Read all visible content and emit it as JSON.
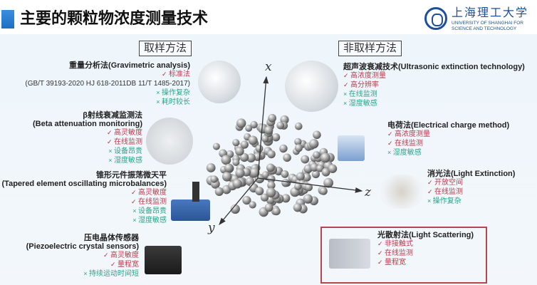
{
  "header": {
    "title": "主要的颗粒物浓度测量技术",
    "logo_text": "上海理工大学",
    "logo_sub": "UNIVERSITY OF SHANGHAI FOR SCIENCE AND TECHNOLOGY"
  },
  "sections": {
    "sampling": "取样方法",
    "non_sampling": "非取样方法"
  },
  "axes": {
    "x": "x",
    "y": "y",
    "z": "z"
  },
  "sampling_methods": [
    {
      "title": "重量分析法(Gravimetric analysis)",
      "pros": [
        "标准法"
      ],
      "note": "(GB/T 39193-2020 HJ 618-2011DB 11/T 1485-2017)",
      "cons": [
        "操作复杂",
        "耗时较长"
      ]
    },
    {
      "title_cn": "β射线衰减监测法",
      "title_en": "(Beta attenuation monitoring)",
      "pros": [
        "高灵敏度",
        "在线监测"
      ],
      "cons": [
        "设备昂贵",
        "湿度敏感"
      ]
    },
    {
      "title_cn": "锥形元件振荡微天平",
      "title_en": "(Tapered element oscillating microbalances)",
      "pros": [
        "高灵敏度",
        "在线监测"
      ],
      "cons": [
        "设备昂贵",
        "湿度敏感"
      ]
    },
    {
      "title_cn": "压电晶体传感器",
      "title_en": "(Piezoelectric crystal sensors)",
      "pros": [
        "高灵敏度",
        "量程宽"
      ],
      "cons": [
        "持续运动时间短"
      ]
    }
  ],
  "non_sampling_methods": [
    {
      "title": "超声波衰减技术(Ultrasonic extinction technology)",
      "pros": [
        "高浓度测量",
        "高分辨率"
      ],
      "cons": [
        "在线监测",
        "湿度敏感"
      ]
    },
    {
      "title": "电荷法(Electrical charge method)",
      "pros": [
        "高浓度测量",
        "在线监测"
      ],
      "cons": [
        "湿度敏感"
      ]
    },
    {
      "title": "消光法(Light Extinction)",
      "pros": [
        "开放空间",
        "在线监测"
      ],
      "cons": [
        "操作复杂"
      ]
    },
    {
      "title": "光散射法(Light Scattering)",
      "pros": [
        "非接触式",
        "在线监测",
        "量程宽"
      ],
      "cons": []
    }
  ]
}
